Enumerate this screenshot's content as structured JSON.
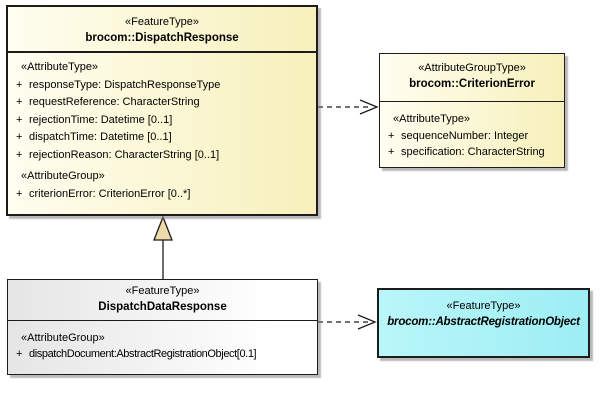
{
  "colors": {
    "box_yellow_light": "#fffef0",
    "box_yellow_dark": "#f7f0bb",
    "box_cyan": "#a9f1f5",
    "box_gray": "#e5e5e5",
    "border": "#1c1c1c",
    "shadow": "#828282",
    "generalization_triangle_fill": "#efd9a8"
  },
  "dispatch_response": {
    "stereotype": "«FeatureType»",
    "name": "brocom::DispatchResponse",
    "attr_type_stereotype": "«AttributeType»",
    "attributes": [
      {
        "vis": "+",
        "text": "responseType: DispatchResponseType"
      },
      {
        "vis": "+",
        "text": "requestReference: CharacterString"
      },
      {
        "vis": "+",
        "text": "rejectionTime: Datetime [0..1]"
      },
      {
        "vis": "+",
        "text": "dispatchTime: Datetime [0..1]"
      },
      {
        "vis": "+",
        "text": "rejectionReason: CharacterString [0..1]"
      }
    ],
    "attr_group_stereotype": "«AttributeGroup»",
    "group_attributes": [
      {
        "vis": "+",
        "text": "criterionError: CriterionError [0..*]"
      }
    ]
  },
  "criterion_error": {
    "stereotype": "«AttributeGroupType»",
    "name": "brocom::CriterionError",
    "attr_type_stereotype": "«AttributeType»",
    "attributes": [
      {
        "vis": "+",
        "text": "sequenceNumber: Integer"
      },
      {
        "vis": "+",
        "text": "specification: CharacterString"
      }
    ]
  },
  "dispatch_data_response": {
    "stereotype": "«FeatureType»",
    "name": "DispatchDataResponse",
    "attr_group_stereotype": "«AttributeGroup»",
    "attributes": [
      {
        "vis": "+",
        "text": "dispatchDocument:AbstractRegistrationObject[0.1]"
      }
    ]
  },
  "abstract_registration_object": {
    "stereotype": "«FeatureType»",
    "name": "brocom::AbstractRegistrationObject"
  }
}
